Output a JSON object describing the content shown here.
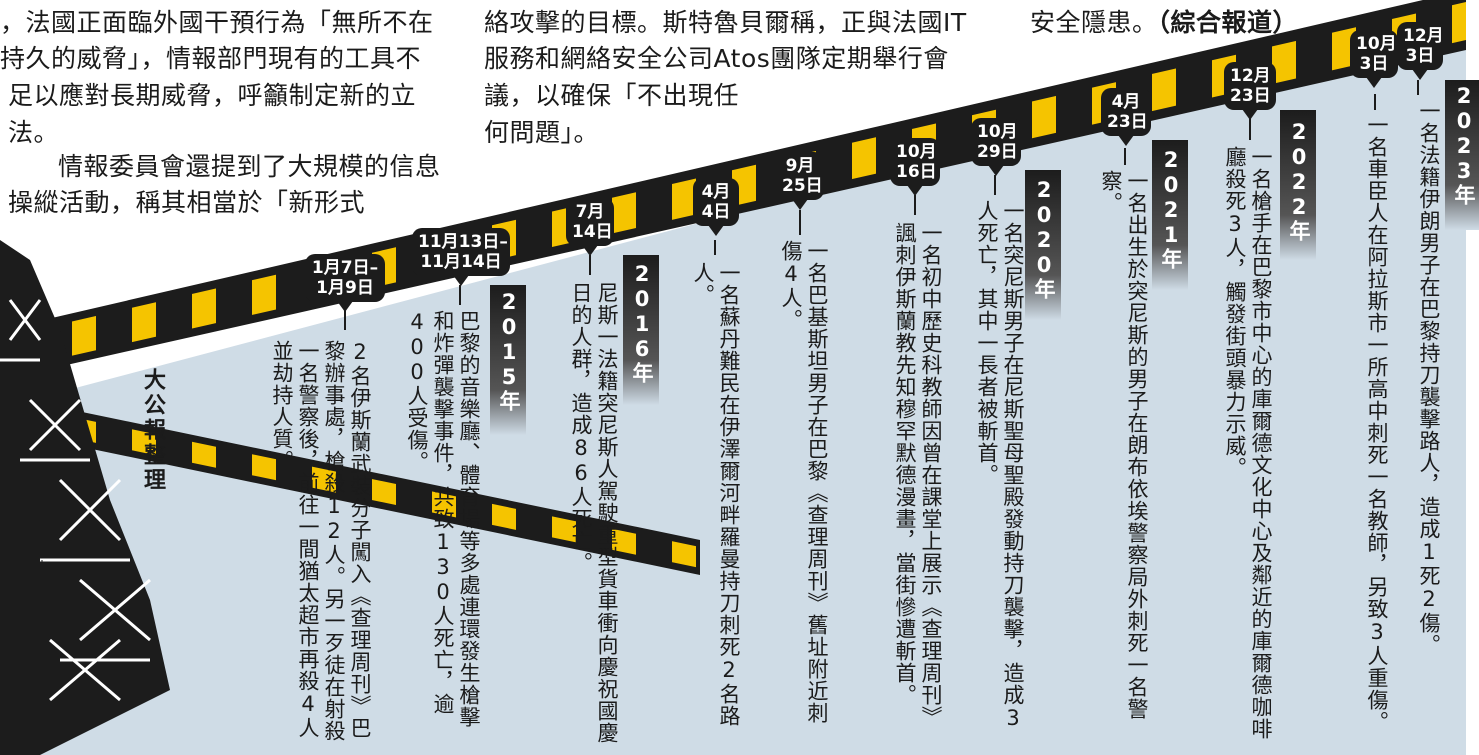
{
  "article": {
    "left_lines": [
      "，法國正面臨外國干預行為「無所不在",
      "持久的威脅」，情報部門現有的工具不",
      "足以應對長期威脅，呼籲制定新的立",
      "法。",
      "情報委員會還提到了大規模的信息",
      "操縱活動，稱其相當於「新形式"
    ],
    "mid_lines": [
      "絡攻擊的目標。斯特魯貝爾稱，正與法國IT",
      "服務和網絡安全公司Atos團隊定期舉行會",
      "議，以確保「不出現任",
      "何問題」。"
    ],
    "right_line": "安全隱患。",
    "right_credit": "（綜合報道）"
  },
  "timeline": {
    "credit": "大公報整理",
    "years": [
      "2015年",
      "2016年",
      "2020年",
      "2021年",
      "2022年",
      "2023年"
    ],
    "entries": [
      {
        "date": "1月7日–\n1月9日",
        "text": "2名伊斯蘭武裝分子闖入《查理周刊》巴黎辦事處，槍殺12人。另一歹徒在射殺一名警察後，前往一間猶太超市再殺4人並劫持人質。"
      },
      {
        "date": "11月13日–\n11月14日",
        "text": "巴黎的音樂廳、體育場等多處連環發生槍擊和炸彈襲擊事件，共致130人死亡，逾400人受傷。"
      },
      {
        "date": "7月\n14日",
        "text": "尼斯一法籍突尼斯人駕駛重型貨車衝向慶祝國慶日的人群，造成86人死亡。"
      },
      {
        "date": "4月\n4日",
        "text": "一名蘇丹難民在伊澤爾河畔羅曼持刀刺死2名路人。"
      },
      {
        "date": "9月\n25日",
        "text": "一名巴基斯坦男子在巴黎《查理周刊》舊址附近刺傷4人。"
      },
      {
        "date": "10月\n16日",
        "text": "一名初中歷史科教師因曾在課堂上展示《查理周刊》諷刺伊斯蘭教先知穆罕默德漫畫，當街慘遭斬首。"
      },
      {
        "date": "10月\n29日",
        "text": "一名突尼斯男子在尼斯聖母聖殿發動持刀襲擊，造成3人死亡，其中一長者被斬首。"
      },
      {
        "date": "4月\n23日",
        "text": "一名出生於突尼斯的男子在朗布依埃警察局外刺死一名警察。"
      },
      {
        "date": "12月\n23日",
        "text": "一名槍手在巴黎市中心的庫爾德文化中心及鄰近的庫爾德咖啡廳殺死3人，觸發街頭暴力示威。"
      },
      {
        "date": "10月\n3日",
        "text": "一名車臣人在阿拉斯市一所高中刺死一名教師，另致3人重傷。"
      },
      {
        "date": "12月\n3日",
        "text": "一名法籍伊朗男子在巴黎持刀襲擊路人，造成1死2傷。"
      }
    ]
  },
  "colors": {
    "panel": "#cfdce6",
    "bar_yellow": "#f5c400",
    "bar_black": "#1c1c1c",
    "text": "#1b1b1b"
  }
}
